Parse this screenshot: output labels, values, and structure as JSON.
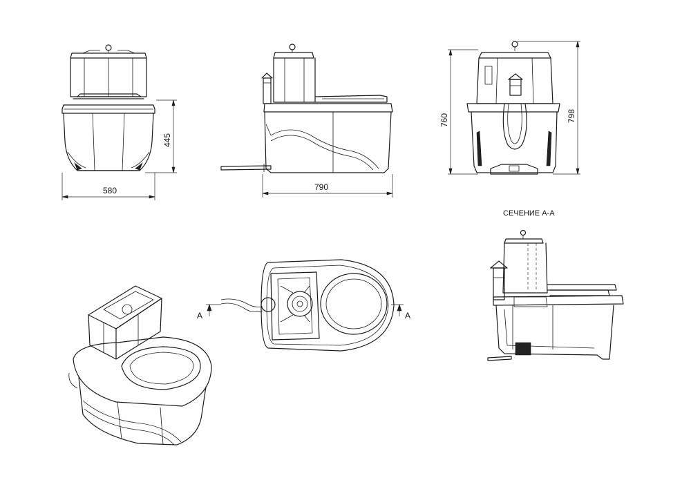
{
  "drawing": {
    "front_view": {
      "width_label": "580",
      "height_label": "445"
    },
    "side_view": {
      "length_label": "790"
    },
    "rear_view": {
      "height_label_a": "760",
      "height_label_b": "798"
    },
    "section": {
      "title": "СЕЧЕНИЕ А-А"
    },
    "plan_view": {
      "cut_marker_left": "A",
      "cut_marker_right": "A"
    }
  }
}
